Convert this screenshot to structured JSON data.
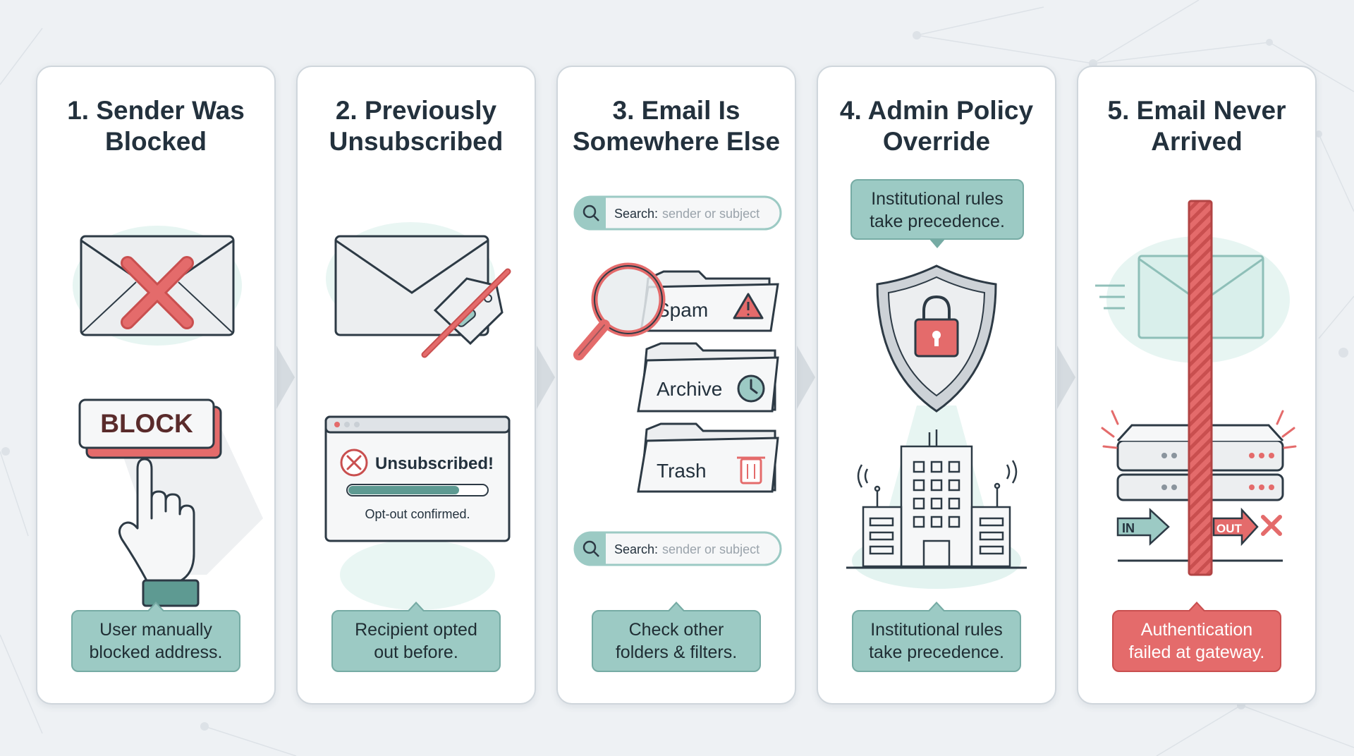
{
  "colors": {
    "background": "#eef1f4",
    "panel": "#ffffff",
    "teal": "#9ccac4",
    "teal_dark": "#5e9a92",
    "red": "#e46b6b",
    "ink": "#23313d"
  },
  "panels": [
    {
      "title": "1. Sender Was\nBlocked",
      "button_label": "BLOCK",
      "caption": "User manually\nblocked address.",
      "icons": [
        "envelope-icon",
        "x-mark-icon",
        "block-button",
        "pointing-hand-icon"
      ]
    },
    {
      "title": "2. Previously\nUnsubscribed",
      "dialog_title": "Unsubscribed!",
      "dialog_progress": 0.8,
      "dialog_status": "Opt-out confirmed.",
      "caption": "Recipient opted\nout before.",
      "icons": [
        "envelope-icon",
        "tag-icon",
        "window-dialog",
        "x-circle-icon"
      ]
    },
    {
      "title": "3. Email Is\nSomewhere Else",
      "search_label": "Search:",
      "search_placeholder": "sender or subject",
      "folders": [
        "Spam",
        "Archive",
        "Trash"
      ],
      "caption": "Check other\nfolders & filters.",
      "icons": [
        "search-icon",
        "magnifier-icon",
        "warning-icon",
        "clock-icon",
        "trash-icon"
      ]
    },
    {
      "title": "4. Admin Policy\nOverride",
      "bubble": "Institutional rules\ntake precedence.",
      "caption": "Institutional rules\ntake precedence.",
      "icons": [
        "shield-icon",
        "padlock-icon",
        "building-icon"
      ]
    },
    {
      "title": "5. Email Never\nArrived",
      "in_label": "IN",
      "out_label": "OUT",
      "caption": "Authentication\nfailed at gateway.",
      "icons": [
        "envelope-icon",
        "barrier-icon",
        "server-icon",
        "x-mark-icon"
      ]
    }
  ]
}
